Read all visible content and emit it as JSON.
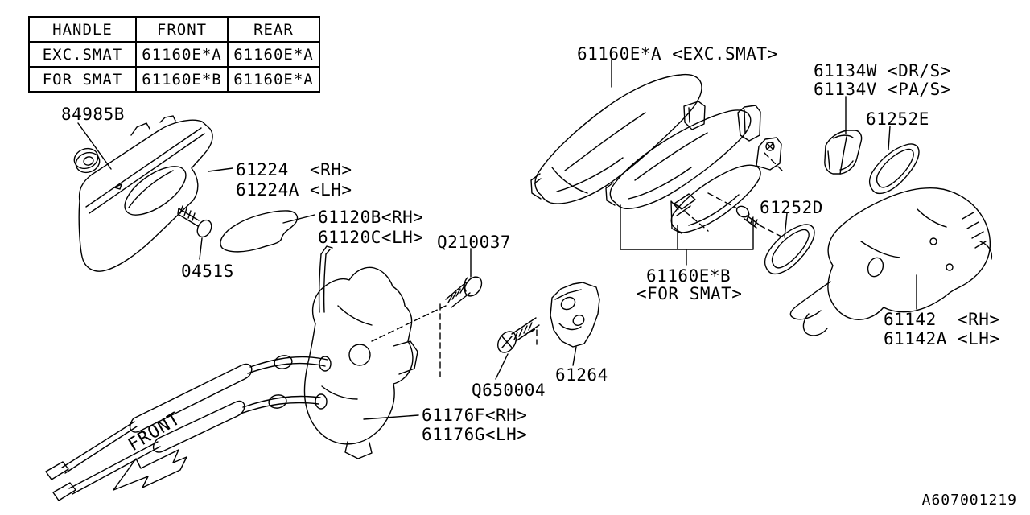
{
  "doc": {
    "code": "A607001219",
    "front_label": "FRONT"
  },
  "table": {
    "headers": [
      "HANDLE",
      "FRONT",
      "REAR"
    ],
    "rows": [
      {
        "handle": "EXC.SMAT",
        "front": "61160E*A",
        "rear": "61160E*A"
      },
      {
        "handle": "FOR SMAT",
        "front": "61160E*B",
        "rear": "61160E*A"
      }
    ]
  },
  "labels": {
    "grommet": "84985B",
    "bezel_rh": "61224  <RH>",
    "bezel_lh": "61224A <LH>",
    "pad_rh": "61120B<RH>",
    "pad_lh": "61120C<LH>",
    "screw_0451s": "0451S",
    "screw_q210037": "Q210037",
    "handle_exc_smat": "61160E*A <EXC.SMAT>",
    "cover_dr": "61134W <DR/S>",
    "cover_pa": "61134V <PA/S>",
    "gasket_e": "61252E",
    "gasket_d": "61252D",
    "handle_for_smat": "61160E*B",
    "handle_for_smat_sub": "<FOR SMAT>",
    "lock_rh": "61142  <RH>",
    "lock_lh": "61142A <LH>",
    "screw_q650004": "Q650004",
    "striker": "61264",
    "latch_rh": "61176F<RH>",
    "latch_lh": "61176G<LH>"
  }
}
